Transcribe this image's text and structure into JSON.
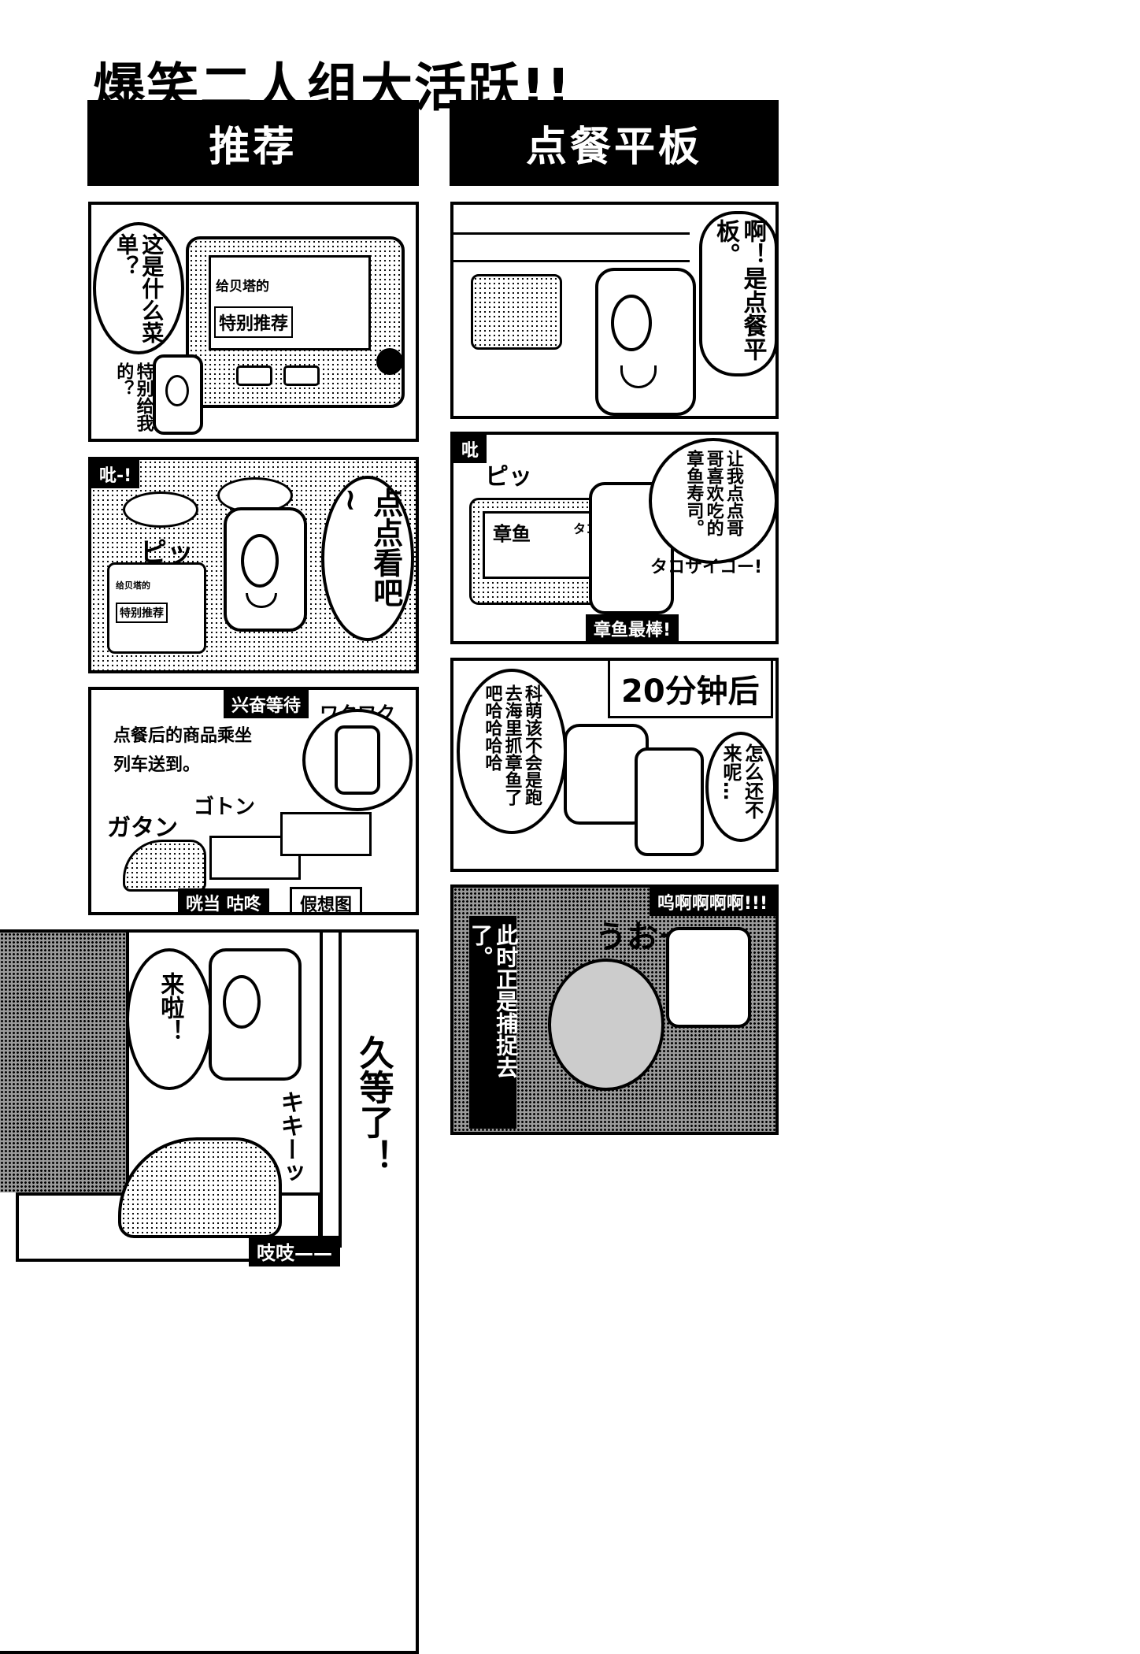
{
  "page_title": "爆笑二人组大活跃!!",
  "columns": [
    {
      "header": "推荐"
    },
    {
      "header": "点餐平板"
    }
  ],
  "left_strip": {
    "p1": {
      "bubble": "这是什么菜单？",
      "whisper": "特别给我的？",
      "tablet_line1": "给贝塔的",
      "tablet_line2": "特别推荐"
    },
    "p2": {
      "tag": "吡-!",
      "bubble": "点点看吧~",
      "sfx": "ピッ",
      "tablet_line1": "给贝塔的",
      "tablet_line2": "特别推荐"
    },
    "p3": {
      "tag": "兴奋等待",
      "sfx_wakuwaku": "ワクワク",
      "caption": "点餐后的商品乘坐列车送到。",
      "sfx_gatan": "ガタン",
      "sfx_goton": "ゴトン",
      "sfx_label": "咣当 咕咚",
      "imagine_label": "假想图"
    },
    "p4": {
      "bubble1": "来啦！",
      "bubble2": "久等了！",
      "sfx_kiki": "キキーッ",
      "tag": "吱吱——"
    }
  },
  "right_strip": {
    "p1": {
      "bubble": "啊！是点餐平板。"
    },
    "p2": {
      "tag": "吡",
      "sfx": "ピッ",
      "bubble": "让我点点哥哥喜欢吃的章鱼寿司。",
      "tablet_item": "章鱼",
      "tablet_kana": "タコ",
      "sfx_tako": "タコサイコー!",
      "tag_bottom": "章鱼最棒!"
    },
    "p3": {
      "time_caption": "20分钟后",
      "bubble1": "科萌该不会是跑去海里抓章鱼了吧哈哈哈哈",
      "bubble2": "怎么还不来呢…"
    },
    "p4": {
      "tag": "呜啊啊啊啊!!!",
      "sfx": "うおー",
      "caption": "此时正是捕捉去了。"
    }
  }
}
